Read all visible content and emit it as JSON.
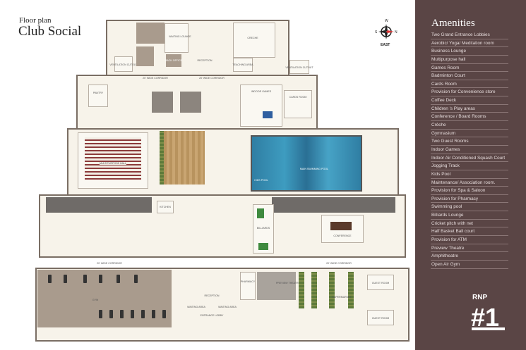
{
  "header": {
    "subtitle": "Floor plan",
    "title": "Club Social"
  },
  "compass": {
    "north": "N",
    "south": "S",
    "west": "W",
    "label": "EAST"
  },
  "amenities": {
    "heading": "Amenities",
    "items": [
      "Two Grand Entrance Lobbies",
      "Aerobic/ Yoga/ Meditation room",
      "Business Lounge",
      "Multipurpose hall",
      "Games Room",
      "Badminton Court",
      "Cards Room",
      "Provision for Convenience store",
      "Coffee Deck",
      "Children 's Play areas",
      "Conference / Board Rooms",
      "Crèche",
      "Gymnasium",
      "Two Guest Rooms",
      "Indoor Games",
      "Indoor Air Conditioned Squash Court",
      "Jogging Track",
      "Kids Pool",
      "Maintenance/ Association room.",
      "Provision for Spa & Saloon",
      "Provision for Pharmacy",
      "Swimming pool",
      "Billiards Lounge",
      "Cricket pitch with net",
      "Half Basket Ball court",
      "Provision for ATM",
      "Preview Theatre",
      "Amphitheatre",
      "Open Air Gym"
    ]
  },
  "plan_labels": {
    "creche": "CRECHE",
    "reception_top": "RECEPTION",
    "teaching": "TEACHING AREA",
    "waiting_lounge": "WAITING LOUNGE",
    "back_office": "BACK OFFICE",
    "corridor1": "20' WIDE CORRIDOR",
    "corridor2": "20' WIDE CORRIDOR",
    "corridor3": "20' WIDE CORRIDOR",
    "corridor4": "20' WIDE CORRIDOR",
    "multipurpose": "MULTIPURPOSE HALL",
    "main_pool": "MAIN SWIMMING POOL",
    "kids_pool": "KIDS POOL",
    "billiards": "BILLIARDS",
    "conference": "CONFERENCE",
    "gym": "GYM",
    "reception_bottom": "RECEPTION",
    "waiting_area1": "WAITING AREA",
    "waiting_area2": "WAITING AREA",
    "entrance_lobby": "ENTRANCE LOBBY",
    "pharmacy": "PHARMACY",
    "preview_theatre": "PREVIEW THEATRE",
    "supermarket": "SUPERMARKET",
    "guest_room1": "GUEST ROOM",
    "guest_room2": "GUEST ROOM",
    "ventilation1": "VENTILATION CUTOUT",
    "ventilation2": "VENTILATION CUTOUT",
    "indoor_games": "INDOOR GAMES",
    "cards_room": "CARDS ROOM",
    "pantry": "PANTRY",
    "kitchen": "KITCHEN"
  },
  "colors": {
    "panel": "#5a4545",
    "pool": "#2f7ea3",
    "gym": "#a99b8d"
  },
  "logo": {
    "text": "RNP #1"
  }
}
